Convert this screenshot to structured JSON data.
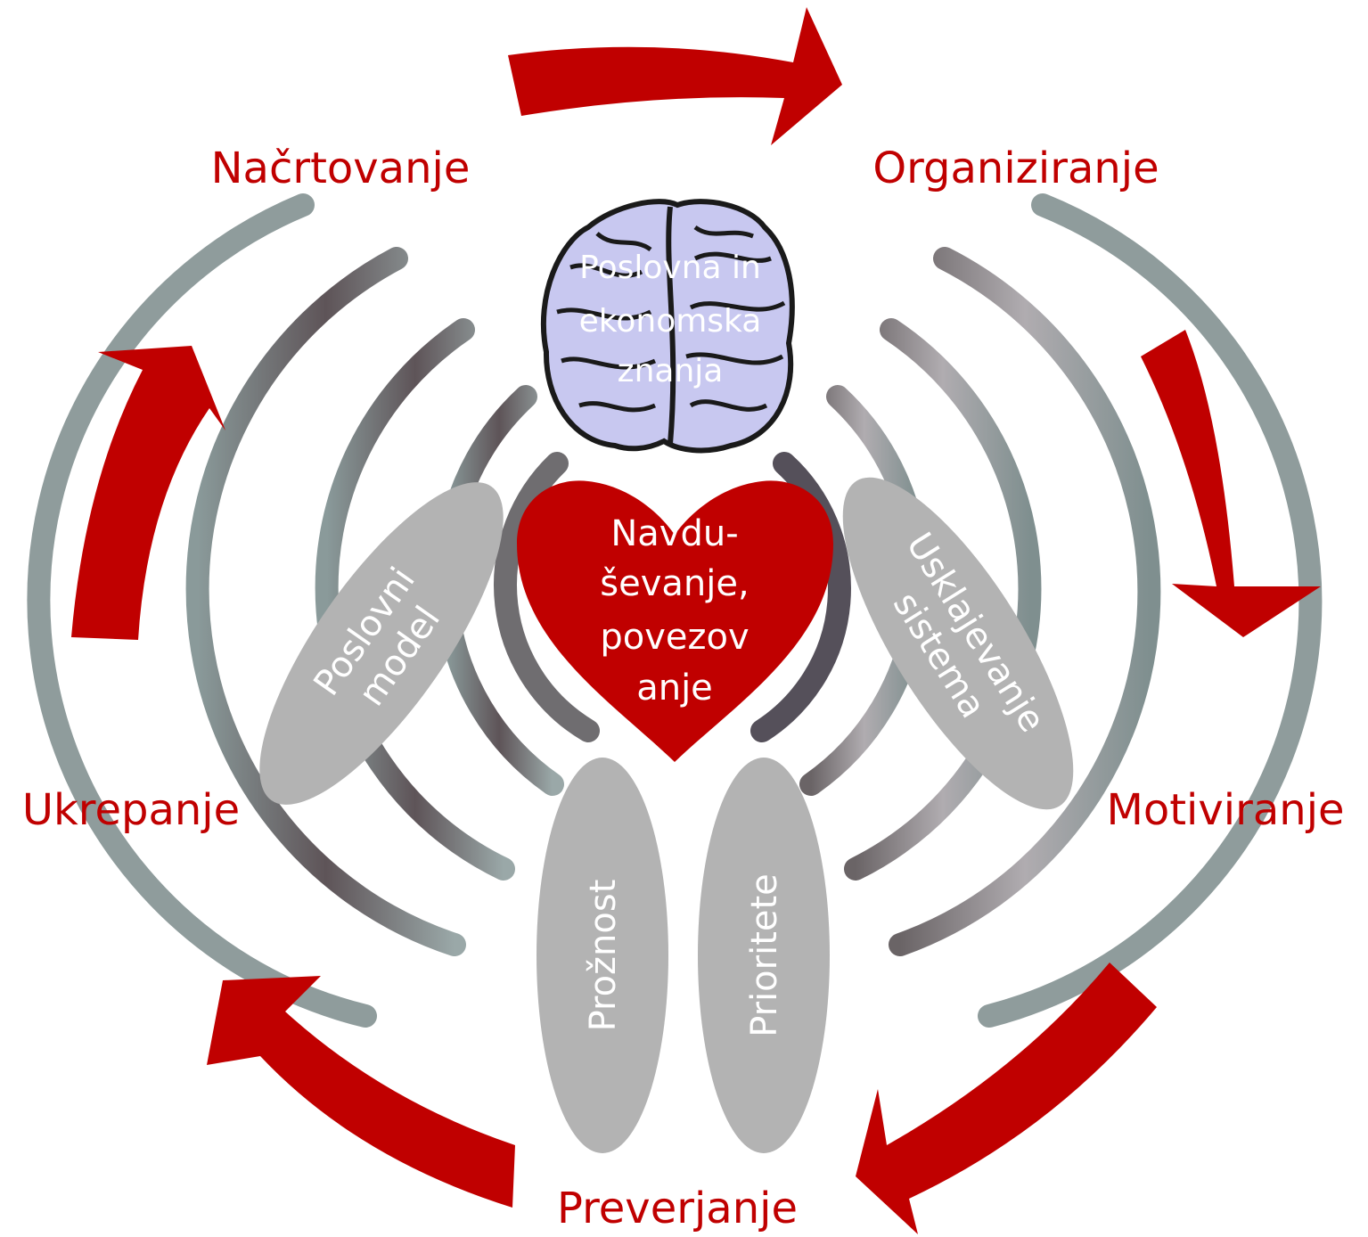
{
  "cycle": {
    "planning": "Načrtovanje",
    "organizing": "Organiziranje",
    "motivating": "Motiviranje",
    "checking": "Preverjanje",
    "acting": "Ukrepanje"
  },
  "brain": {
    "line1": "Poslovna in",
    "line2": "ekonomska",
    "line3": "znanja"
  },
  "heart": {
    "line1": "Navdu-",
    "line2": "ševanje,",
    "line3": "povezov",
    "line4": "anje"
  },
  "ellipses": {
    "business_model_1": "Poslovni",
    "business_model_2": "model",
    "alignment_1": "Usklajevanje",
    "alignment_2": "sistema",
    "flexibility": "Prožnost",
    "priorities": "Prioritete"
  },
  "colors": {
    "accent": "#c00000",
    "ellipse": "#b3b3b3",
    "brain": "#c8c8f0"
  }
}
